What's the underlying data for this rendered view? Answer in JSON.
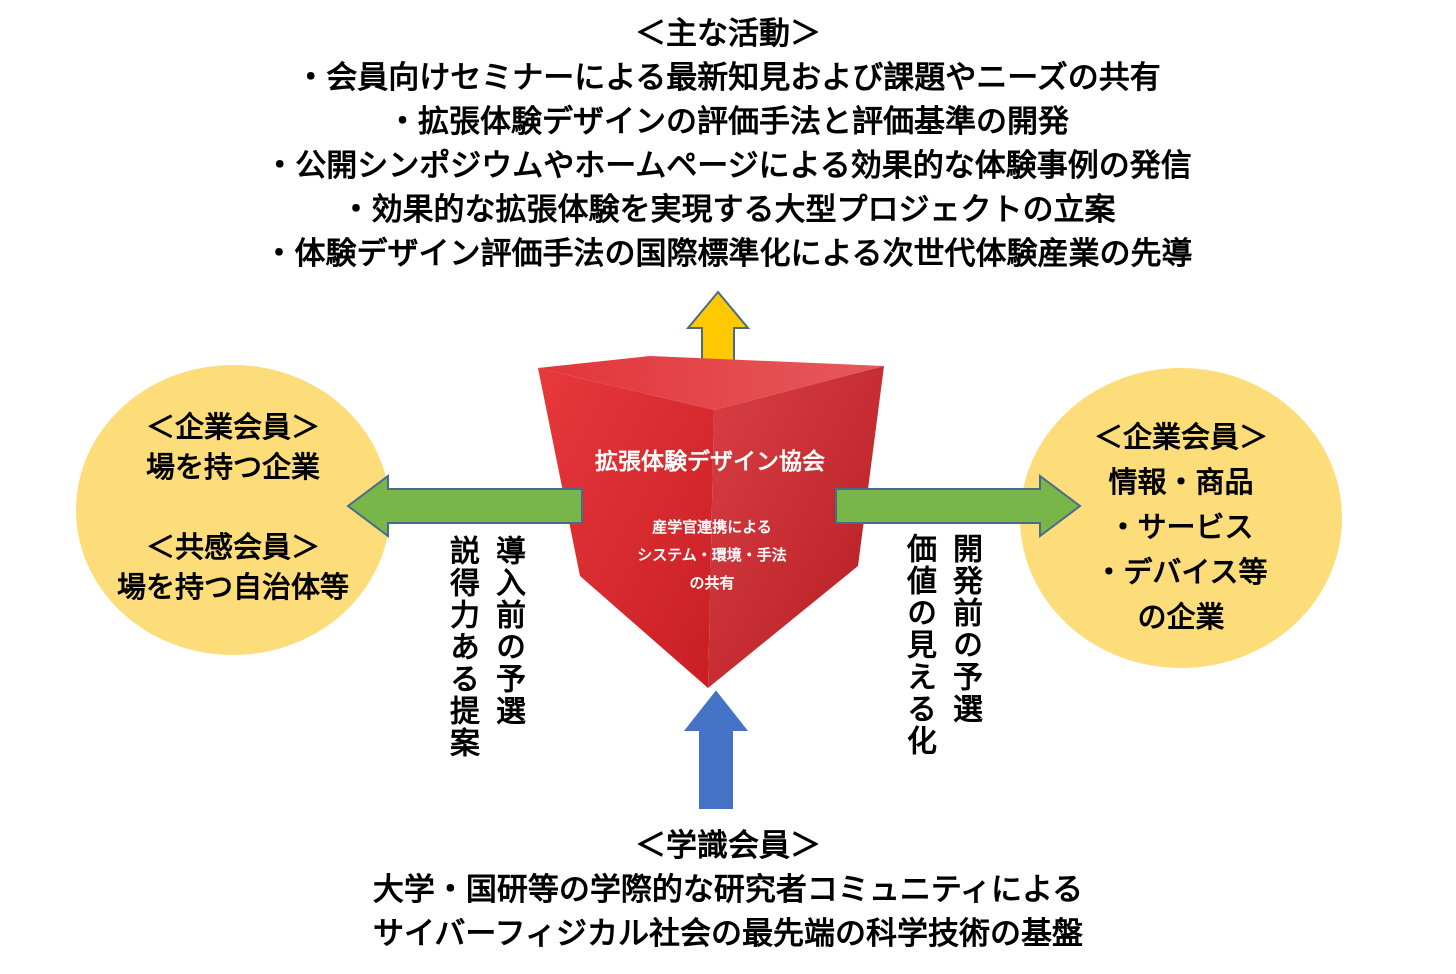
{
  "activities": {
    "heading": "＜主な活動＞",
    "items": [
      "・会員向けセミナーによる最新知見および課題やニーズの共有",
      "・拡張体験デザインの評価手法と評価基準の開発",
      "・公開シンポジウムやホームページによる効果的な体験事例の発信",
      "・効果的な拡張体験を実現する大型プロジェクトの立案",
      "・体験デザイン評価手法の国際標準化による次世代体験産業の先導"
    ]
  },
  "center": {
    "title": "拡張体験デザイン協会",
    "description_lines": [
      "産学官連携による",
      "システム・環境・手法",
      "の共有"
    ]
  },
  "left_circle": {
    "group1_heading": "＜企業会員＞",
    "group1_text": "場を持つ企業",
    "group2_heading": "＜共感会員＞",
    "group2_text": "場を持つ自治体等"
  },
  "right_circle": {
    "heading": "＜企業会員＞",
    "lines": [
      "情報・商品",
      "・サービス",
      "・デバイス等",
      "の企業"
    ]
  },
  "left_vertical": {
    "col1": "導入前の予選",
    "col2": "説得力ある提案"
  },
  "right_vertical": {
    "col1": "開発前の予選",
    "col2": "価値の見える化"
  },
  "academic": {
    "heading": "＜学識会員＞",
    "lines": [
      "大学・国研等の学際的な研究者コミュニティによる",
      "サイバーフィジカル社会の最先端の科学技術の基盤"
    ]
  },
  "colors": {
    "cube_red": "#d9262b",
    "arrow_yellow": "#ffc800",
    "arrow_green": "#78b64a",
    "arrow_blue": "#4472c4",
    "circle_fill": "#fddc7a"
  }
}
